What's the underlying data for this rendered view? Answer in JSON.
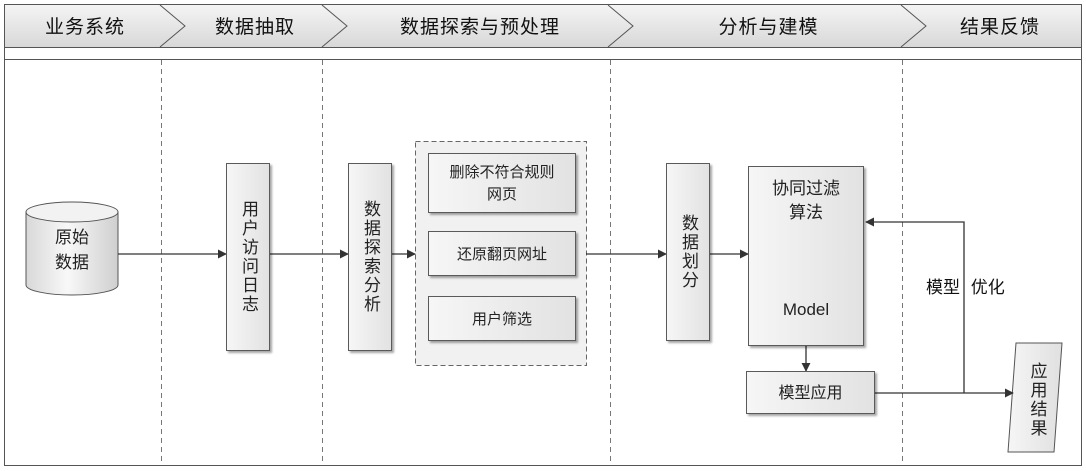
{
  "header": {
    "stages": [
      "业务系统",
      "数据抽取",
      "数据探索与预处理",
      "分析与建模",
      "结果反馈"
    ]
  },
  "nodes": {
    "raw_data": "原始\n数据",
    "user_log": "用户访问日志",
    "explore": "数据探索分析",
    "delete_pages": "删除不符合规则\n网页",
    "restore_url": "还原翻页网址",
    "user_filter": "用户筛选",
    "split": "数据划分",
    "cf_title": "协同过滤\n算法",
    "model_label": "Model",
    "apply_model": "模型应用",
    "result": "应用结果"
  },
  "annotations": {
    "model_optimize": "模型  优化"
  },
  "colors": {
    "border": "#5a5a5a",
    "box_fill_left": "#f6f6f6",
    "box_fill_right": "#e2e2e2",
    "header_fill": "#e6e6e6",
    "arrow": "#333333",
    "dashed": "#777777"
  }
}
